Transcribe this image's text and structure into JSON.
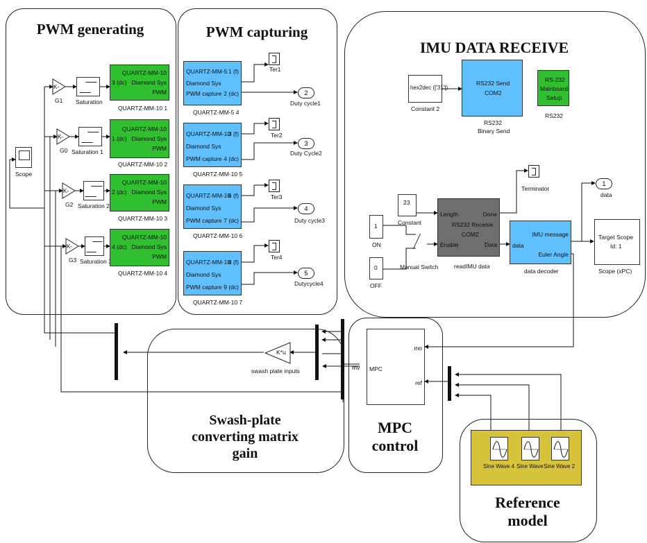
{
  "groups": {
    "pwm_generating": "PWM generating",
    "pwm_capturing": "PWM capturing",
    "imu": "IMU DATA RECEIVE",
    "swash_line1": "Swash-plate",
    "swash_line2": "converting matrix",
    "swash_line3": "gain",
    "mpc_line1": "MPC",
    "mpc_line2": "control",
    "ref_line1": "Reference",
    "ref_line2": "model"
  },
  "pwm_gen": {
    "scope": "Scope",
    "gains": [
      "G1",
      "G0",
      "G2",
      "G3"
    ],
    "gain_symbol": "-K-",
    "saturations": [
      "Saturation",
      "Saturation 1",
      "Saturation 2",
      "Saturation 3"
    ],
    "ports": [
      "3 (dc)",
      "1 (dc)",
      "2 (dc)",
      "4 (dc)"
    ],
    "block_line1": "QUARTZ-MM-10",
    "block_line2": "Diamond Sys",
    "block_line3": "PWM",
    "names": [
      "QUARTZ-MM-10 1",
      "QUARTZ-MM-10 2",
      "QUARTZ-MM-10 3",
      "QUARTZ-MM-10 4"
    ]
  },
  "pwm_cap": {
    "blocks": [
      {
        "title": "QUARTZ-MM-5",
        "f": "1 (f)",
        "dc": "2 (dc)",
        "name": "QUARTZ-MM-5 4",
        "ter": "Ter1",
        "out_num": "2",
        "out_label": "Duty cycle1"
      },
      {
        "title": "QUARTZ-MM-10",
        "f": "3 (f)",
        "dc": "4 (dc)",
        "name": "QUARTZ-MM-10 5",
        "ter": "Ter2",
        "out_num": "3",
        "out_label": "Duty Cycle2"
      },
      {
        "title": "QUARTZ-MM-10",
        "f": "6 (f)",
        "dc": "7 (dc)",
        "name": "QUARTZ-MM-10 6",
        "ter": "Ter3",
        "out_num": "4",
        "out_label": "Duty cycle3"
      },
      {
        "title": "QUARTZ-MM-10",
        "f": "8 (f)",
        "dc": "9 (dc)",
        "name": "QUARTZ-MM-10 7",
        "ter": "Ter4",
        "out_num": "5",
        "out_label": "Dutycycle4"
      }
    ],
    "line2": "Diamond Sys",
    "line3": "PWM capture"
  },
  "imu": {
    "hex2dec": "hex2dec (['31'])",
    "constant2": "Constant 2",
    "rs232_send_1": "RS232  Send",
    "rs232_send_2": "COM2",
    "rs232_send_name1": "RS232",
    "rs232_send_name2": "Binary Send",
    "rs232_setup_1": "RS-232",
    "rs232_setup_2": "Mainboard",
    "rs232_setup_3": "Setup",
    "rs232_setup_name": "RS232",
    "terminator": "Terminator",
    "const23": "23",
    "constant": "Constant",
    "on_val": "1",
    "on": "ON",
    "off_val": "0",
    "off": "OFF",
    "manual_switch": "Manual Switch",
    "length": "Length",
    "done": "Done",
    "enable": "Enable",
    "data_port": "Data",
    "recv_1": "RS232  Receive",
    "recv_2": "COM2",
    "readimu": "readIMU data",
    "dd_in": "data",
    "imu_msg": "IMU message",
    "euler": "Euler Angle",
    "decoder": "data decoder",
    "out_num": "1",
    "out_label": "data",
    "target1": "Target Scope",
    "target2": "Id: 1",
    "scope_xpc": "Scope (xPC)"
  },
  "swash": {
    "gain": "K*u",
    "label": "swash plate inputs"
  },
  "mpc": {
    "block": "MPC",
    "mv": "mv",
    "mo": "mo",
    "ref": "ref"
  },
  "ref": {
    "waves": [
      "Sine Wave 4",
      "Sine Wave",
      "Sine Wave 2"
    ]
  }
}
